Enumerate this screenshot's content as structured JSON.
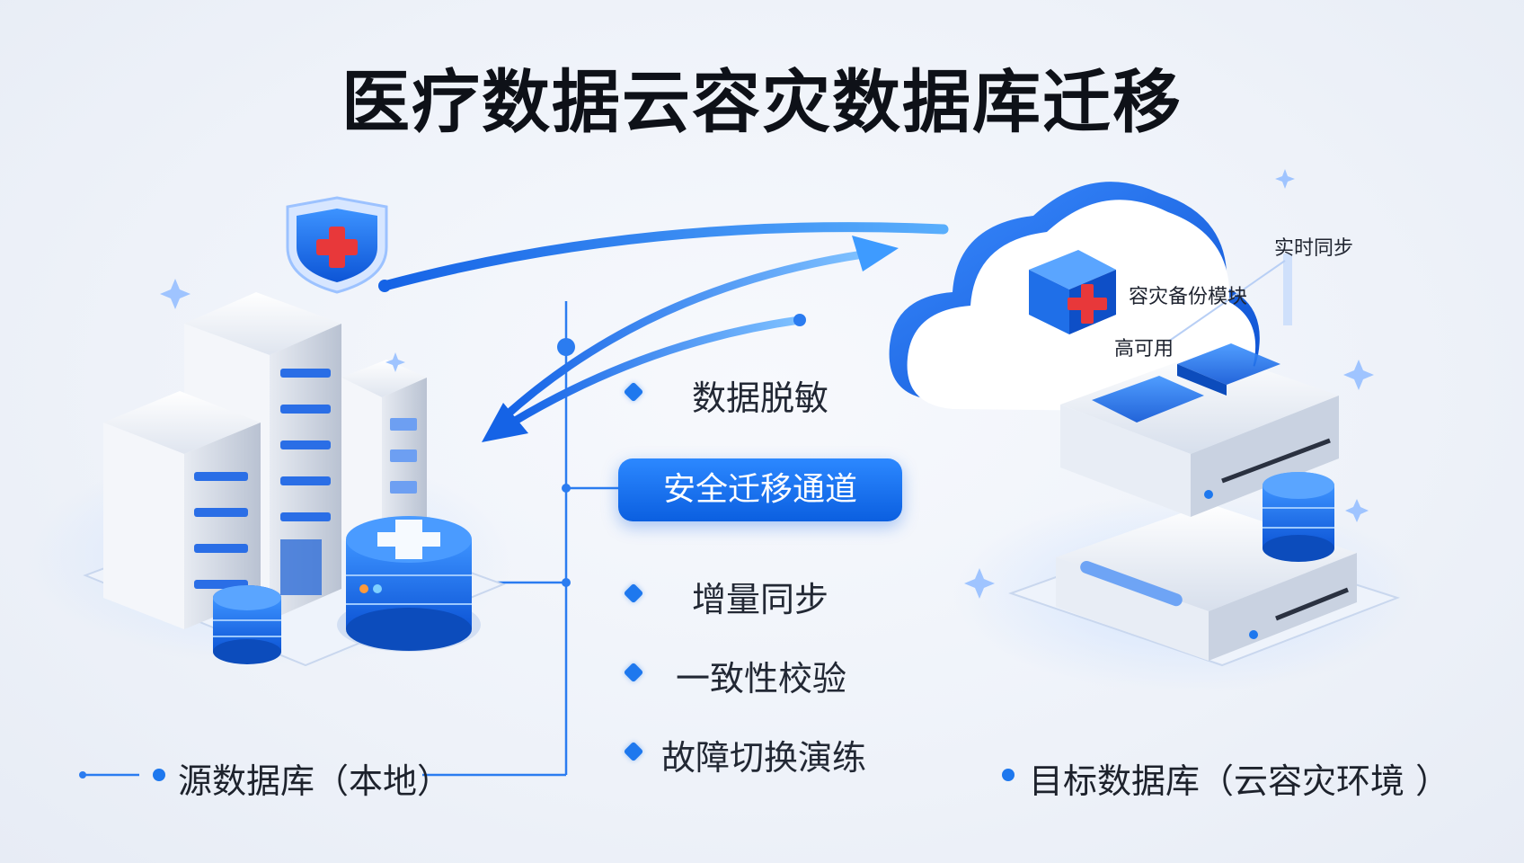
{
  "title": "医疗数据云容灾数据库迁移",
  "channel": {
    "label": "安全迁移通道"
  },
  "features": [
    {
      "label": "数据脱敏"
    },
    {
      "label": "增量同步"
    },
    {
      "label": "一致性校验"
    },
    {
      "label": "故障切换演练"
    }
  ],
  "source": {
    "caption": "源数据库（本地）"
  },
  "target": {
    "caption": "目标数据库（云容灾环境 ）"
  },
  "cloud_labels": {
    "realtime_sync": "实时同步",
    "dr_module": "容灾备份模块",
    "high_availability": "高可用"
  },
  "colors": {
    "accent": "#1e78ee",
    "accent_dark": "#0b5fe0",
    "medical_red": "#e8383a"
  },
  "icons": [
    "medical-shield-icon",
    "medical-cross-icon",
    "database-icon",
    "cloud-icon",
    "server-icon",
    "sparkle-icon"
  ]
}
